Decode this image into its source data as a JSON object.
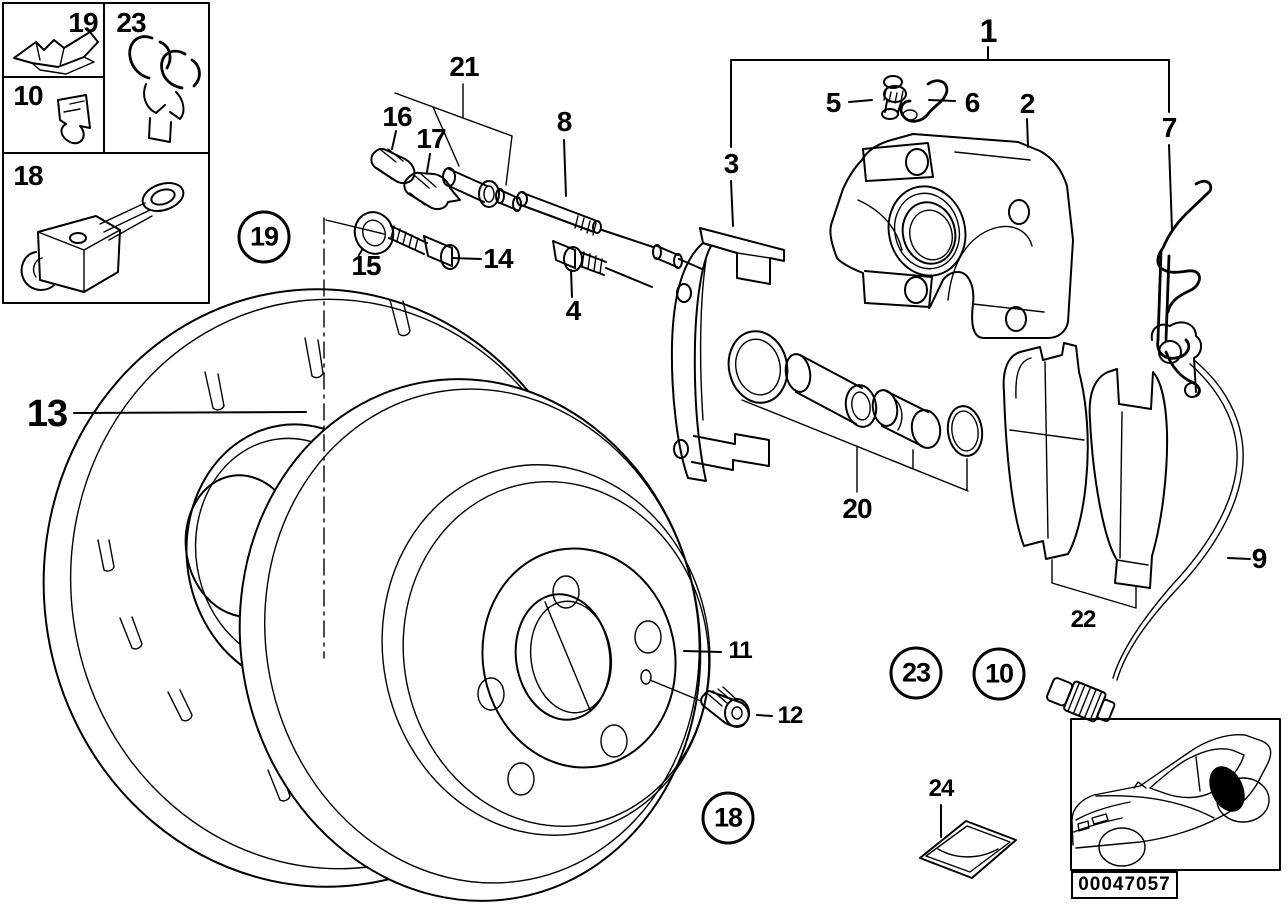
{
  "colors": {
    "line": "#000000",
    "background": "#ffffff"
  },
  "callouts": {
    "box19": "19",
    "box23": "23",
    "box10": "10",
    "box18": "18",
    "n1": "1",
    "n2": "2",
    "n3": "3",
    "n4": "4",
    "n5": "5",
    "n6": "6",
    "n7": "7",
    "n8": "8",
    "n9": "9",
    "n11": "11",
    "n12": "12",
    "n13": "13",
    "n14": "14",
    "n15": "15",
    "n16": "16",
    "n17": "17",
    "n20": "20",
    "n21": "21",
    "n22": "22",
    "n24": "24",
    "c19": "19",
    "c18": "18",
    "c23": "23",
    "c10": "10"
  },
  "footer": {
    "diagram_code": "00047057"
  }
}
